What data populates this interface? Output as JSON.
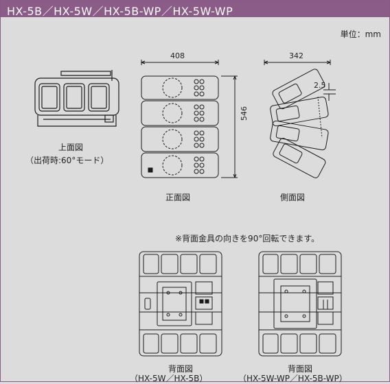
{
  "header": {
    "title": "HX-5B／HX-5W／HX-5B-WP／HX-5W-WP"
  },
  "unit_label": "単位：mm",
  "views": {
    "top": {
      "label": "上面図",
      "sublabel": "（出荷時:60°モード）"
    },
    "front": {
      "label": "正面図",
      "width": "408",
      "height": "546"
    },
    "side": {
      "label": "側面図",
      "depth": "342",
      "offset": "2.5"
    },
    "note": "※背面金具の向きを90°回転できます。",
    "rear_left": {
      "label": "背面図",
      "models": "（HX-5W／HX-5B）"
    },
    "rear_right": {
      "label": "背面図",
      "models": "（HX-5W-WP／HX-5B-WP）"
    }
  },
  "colors": {
    "header": "#8c5c88",
    "background": "#dcdcdd",
    "line": "#1a1a1a"
  }
}
